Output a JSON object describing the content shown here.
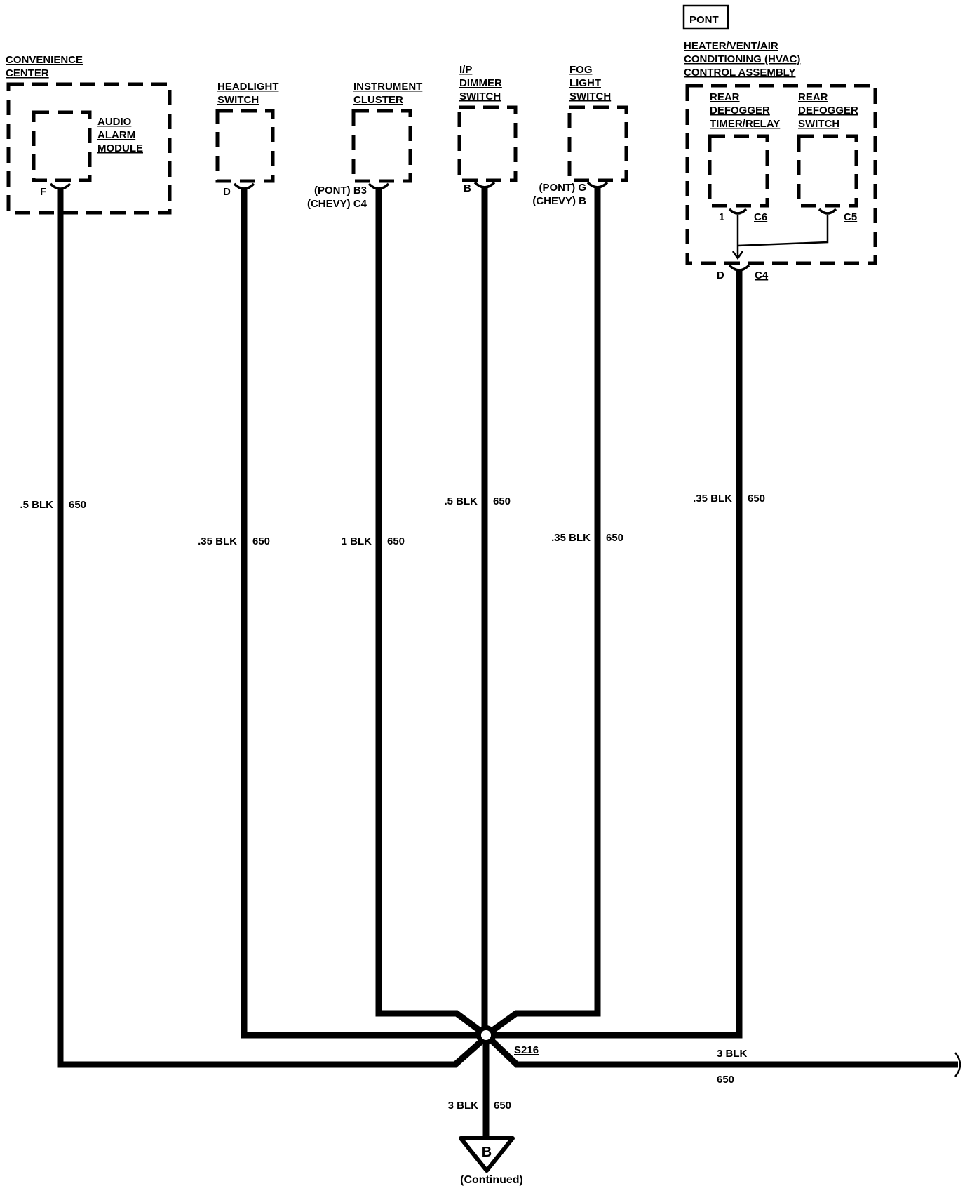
{
  "region_tag": "PONT",
  "components": {
    "convenience_center": {
      "title_line1": "CONVENIENCE",
      "title_line2": "CENTER",
      "sub_line1": "AUDIO",
      "sub_line2": "ALARM",
      "sub_line3": "MODULE",
      "pin": "F"
    },
    "headlight_switch": {
      "title_line1": "HEADLIGHT",
      "title_line2": "SWITCH",
      "pin": "D"
    },
    "instrument_cluster": {
      "title_line1": "INSTRUMENT",
      "title_line2": "CLUSTER",
      "pin_line1": "(PONT)  B3",
      "pin_line2": "(CHEVY)  C4"
    },
    "ip_dimmer_switch": {
      "title_line1": "I/P",
      "title_line2": "DIMMER",
      "title_line3": "SWITCH",
      "pin": "B"
    },
    "fog_light_switch": {
      "title_line1": "FOG",
      "title_line2": "LIGHT",
      "title_line3": "SWITCH",
      "pin_line1": "(PONT)  G",
      "pin_line2": "(CHEVY)  B"
    },
    "hvac": {
      "title_line1": "HEATER/VENT/AIR",
      "title_line2": "CONDITIONING (HVAC)",
      "title_line3": "CONTROL ASSEMBLY",
      "timer_line1": "REAR",
      "timer_line2": "DEFOGGER",
      "timer_line3": "TIMER/RELAY",
      "switch_line1": "REAR",
      "switch_line2": "DEFOGGER",
      "switch_line3": "SWITCH",
      "timer_pin": "1",
      "timer_conn": "C6",
      "switch_conn": "C5",
      "out_pin": "D",
      "out_conn": "C4"
    }
  },
  "wires": {
    "w1": {
      "gauge": ".5 BLK",
      "circuit": "650"
    },
    "w2": {
      "gauge": ".35 BLK",
      "circuit": "650"
    },
    "w3": {
      "gauge": "1 BLK",
      "circuit": "650"
    },
    "w4": {
      "gauge": ".5 BLK",
      "circuit": "650"
    },
    "w5": {
      "gauge": ".35 BLK",
      "circuit": "650"
    },
    "w6": {
      "gauge": ".35 BLK",
      "circuit": "650"
    },
    "right": {
      "gauge": "3 BLK",
      "circuit": "650"
    },
    "down": {
      "gauge": "3 BLK",
      "circuit": "650"
    }
  },
  "splice": "S216",
  "continuation": {
    "letter": "B",
    "label": "(Continued)"
  }
}
